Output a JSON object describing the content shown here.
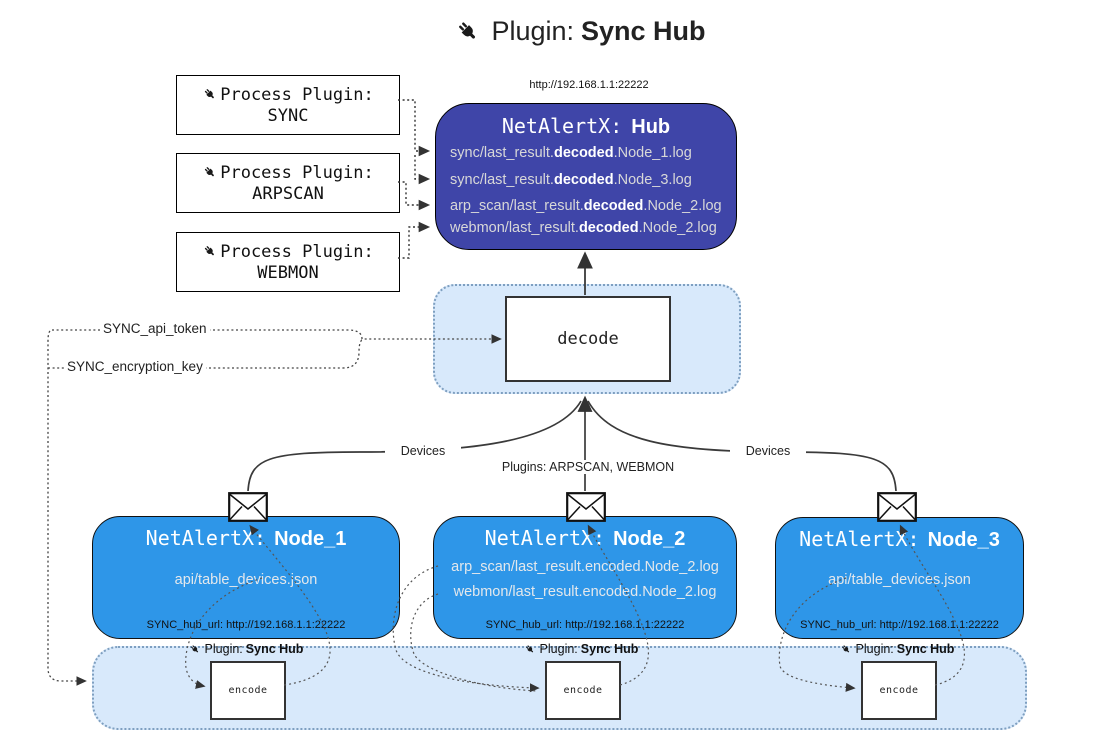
{
  "title": {
    "plugin_prefix": "Plugin:",
    "plugin_name": "Sync Hub"
  },
  "hub": {
    "url_label": "http://192.168.1.1:22222",
    "name_prefix": "NetAlertX:",
    "name": "Hub",
    "logs": [
      {
        "pre": "sync/last_result.",
        "mid": "decoded",
        "post": ".Node_1.log"
      },
      {
        "pre": "sync/last_result.",
        "mid": "decoded",
        "post": ".Node_3.log"
      },
      {
        "pre": "arp_scan/last_result.",
        "mid": "decoded",
        "post": ".Node_2.log"
      },
      {
        "pre": "webmon/last_result.",
        "mid": "decoded",
        "post": ".Node_2.log"
      }
    ]
  },
  "process_plugins": [
    {
      "label": "Process Plugin:",
      "name": "SYNC"
    },
    {
      "label": "Process Plugin:",
      "name": "ARPSCAN"
    },
    {
      "label": "Process Plugin:",
      "name": "WEBMON"
    }
  ],
  "decode_label": "decode",
  "encode_label": "encode",
  "settings": {
    "api_token": "SYNC_api_token",
    "encryption_key": "SYNC_encryption_key"
  },
  "edge_labels": {
    "devices_left": "Devices",
    "devices_right": "Devices",
    "plugins": "Plugins: ARPSCAN, WEBMON"
  },
  "nodes": [
    {
      "name_prefix": "NetAlertX:",
      "name": "Node_1",
      "lines": [
        "api/table_devices.json"
      ],
      "hub_url": "SYNC_hub_url: http://192.168.1.1:22222"
    },
    {
      "name_prefix": "NetAlertX:",
      "name": "Node_2",
      "lines": [
        "arp_scan/last_result.encoded.Node_2.log",
        "webmon/last_result.encoded.Node_2.log"
      ],
      "hub_url": "SYNC_hub_url: http://192.168.1.1:22222"
    },
    {
      "name_prefix": "NetAlertX:",
      "name": "Node_3",
      "lines": [
        "api/table_devices.json"
      ],
      "hub_url": "SYNC_hub_url: http://192.168.1.1:22222"
    }
  ],
  "encoders": [
    {
      "label_prefix": "Plugin:",
      "label_name": "Sync Hub"
    },
    {
      "label_prefix": "Plugin:",
      "label_name": "Sync Hub"
    },
    {
      "label_prefix": "Plugin:",
      "label_name": "Sync Hub"
    }
  ],
  "colors": {
    "hub_fill": "#3f45a8",
    "node_fill": "#2e96e8",
    "panel_fill": "#d8e9fb",
    "panel_border": "#7e9fc0",
    "line": "#3a3a3a"
  }
}
